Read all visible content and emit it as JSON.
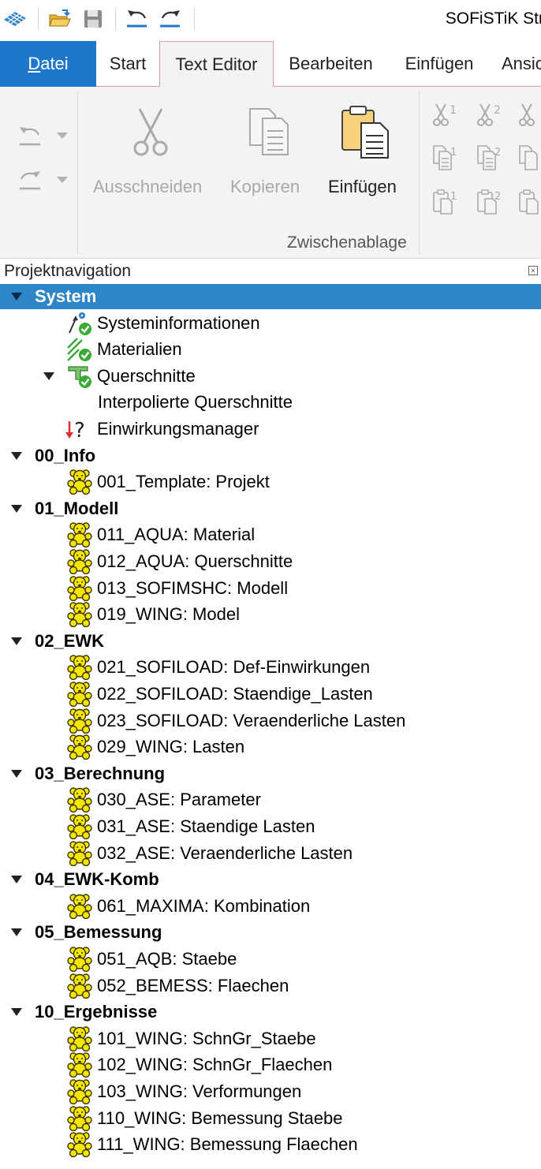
{
  "app": {
    "title": "SOFiSTiK Str"
  },
  "tabs": [
    {
      "label_u": "D",
      "label_rest": "atei"
    },
    {
      "label": "Start"
    },
    {
      "label": "Text Editor"
    },
    {
      "label": "Bearbeiten"
    },
    {
      "label": "Einfügen"
    },
    {
      "label": "Ansic"
    }
  ],
  "ribbon": {
    "cut_label": "Ausschneiden",
    "copy_label": "Kopieren",
    "paste_label": "Einfügen",
    "group_label": "Zwischenablage",
    "clip_digits": [
      "1",
      "2"
    ]
  },
  "nav": {
    "title": "Projektnavigation",
    "close_glyph": "×"
  },
  "tree": {
    "system": "System",
    "system_items": [
      "Systeminformationen",
      "Materialien",
      "Querschnitte"
    ],
    "interpolated": "Interpolierte Querschnitte",
    "einwirkung": "Einwirkungsmanager",
    "groups": [
      {
        "name": "00_Info",
        "items": [
          "001_Template: Projekt"
        ]
      },
      {
        "name": "01_Modell",
        "items": [
          "011_AQUA: Material",
          "012_AQUA: Querschnitte",
          "013_SOFIMSHC: Modell",
          "019_WING: Model"
        ]
      },
      {
        "name": "02_EWK",
        "items": [
          "021_SOFILOAD: Def-Einwirkungen",
          "022_SOFILOAD: Staendige_Lasten",
          "023_SOFILOAD: Veraenderliche Lasten",
          "029_WING: Lasten"
        ]
      },
      {
        "name": "03_Berechnung",
        "items": [
          "030_ASE: Parameter",
          "031_ASE: Staendige Lasten",
          "032_ASE: Veraenderliche Lasten"
        ]
      },
      {
        "name": "04_EWK-Komb",
        "items": [
          "061_MAXIMA: Kombination"
        ]
      },
      {
        "name": "05_Bemessung",
        "items": [
          "051_AQB: Staebe",
          "052_BEMESS: Flaechen"
        ]
      },
      {
        "name": "10_Ergebnisse",
        "items": [
          "101_WING: SchnGr_Staebe",
          "102_WING: SchnGr_Flaechen",
          "103_WING: Verformungen",
          "110_WING: Bemessung Staebe",
          "111_WING: Bemessung Flaechen"
        ]
      }
    ]
  },
  "colors": {
    "datei_bg": "#1e77c8",
    "selection": "#2e86c8",
    "teddy": "#f5e600",
    "check": "#3aaa35"
  }
}
